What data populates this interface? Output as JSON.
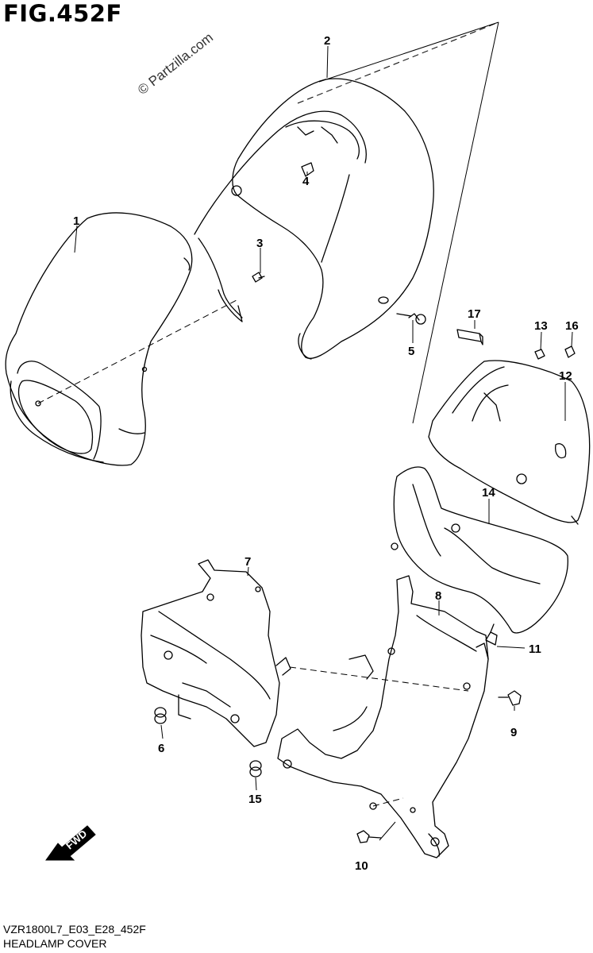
{
  "figure": {
    "title": "FIG.452F",
    "watermark": "© Partzilla.com",
    "model_code": "VZR1800L7_E03_E28_452F",
    "caption": "HEADLAMP COVER",
    "fwd_label": "FWD"
  },
  "callouts": [
    "1",
    "2",
    "3",
    "4",
    "5",
    "6",
    "7",
    "8",
    "9",
    "10",
    "11",
    "12",
    "13",
    "14",
    "15",
    "16",
    "17"
  ]
}
